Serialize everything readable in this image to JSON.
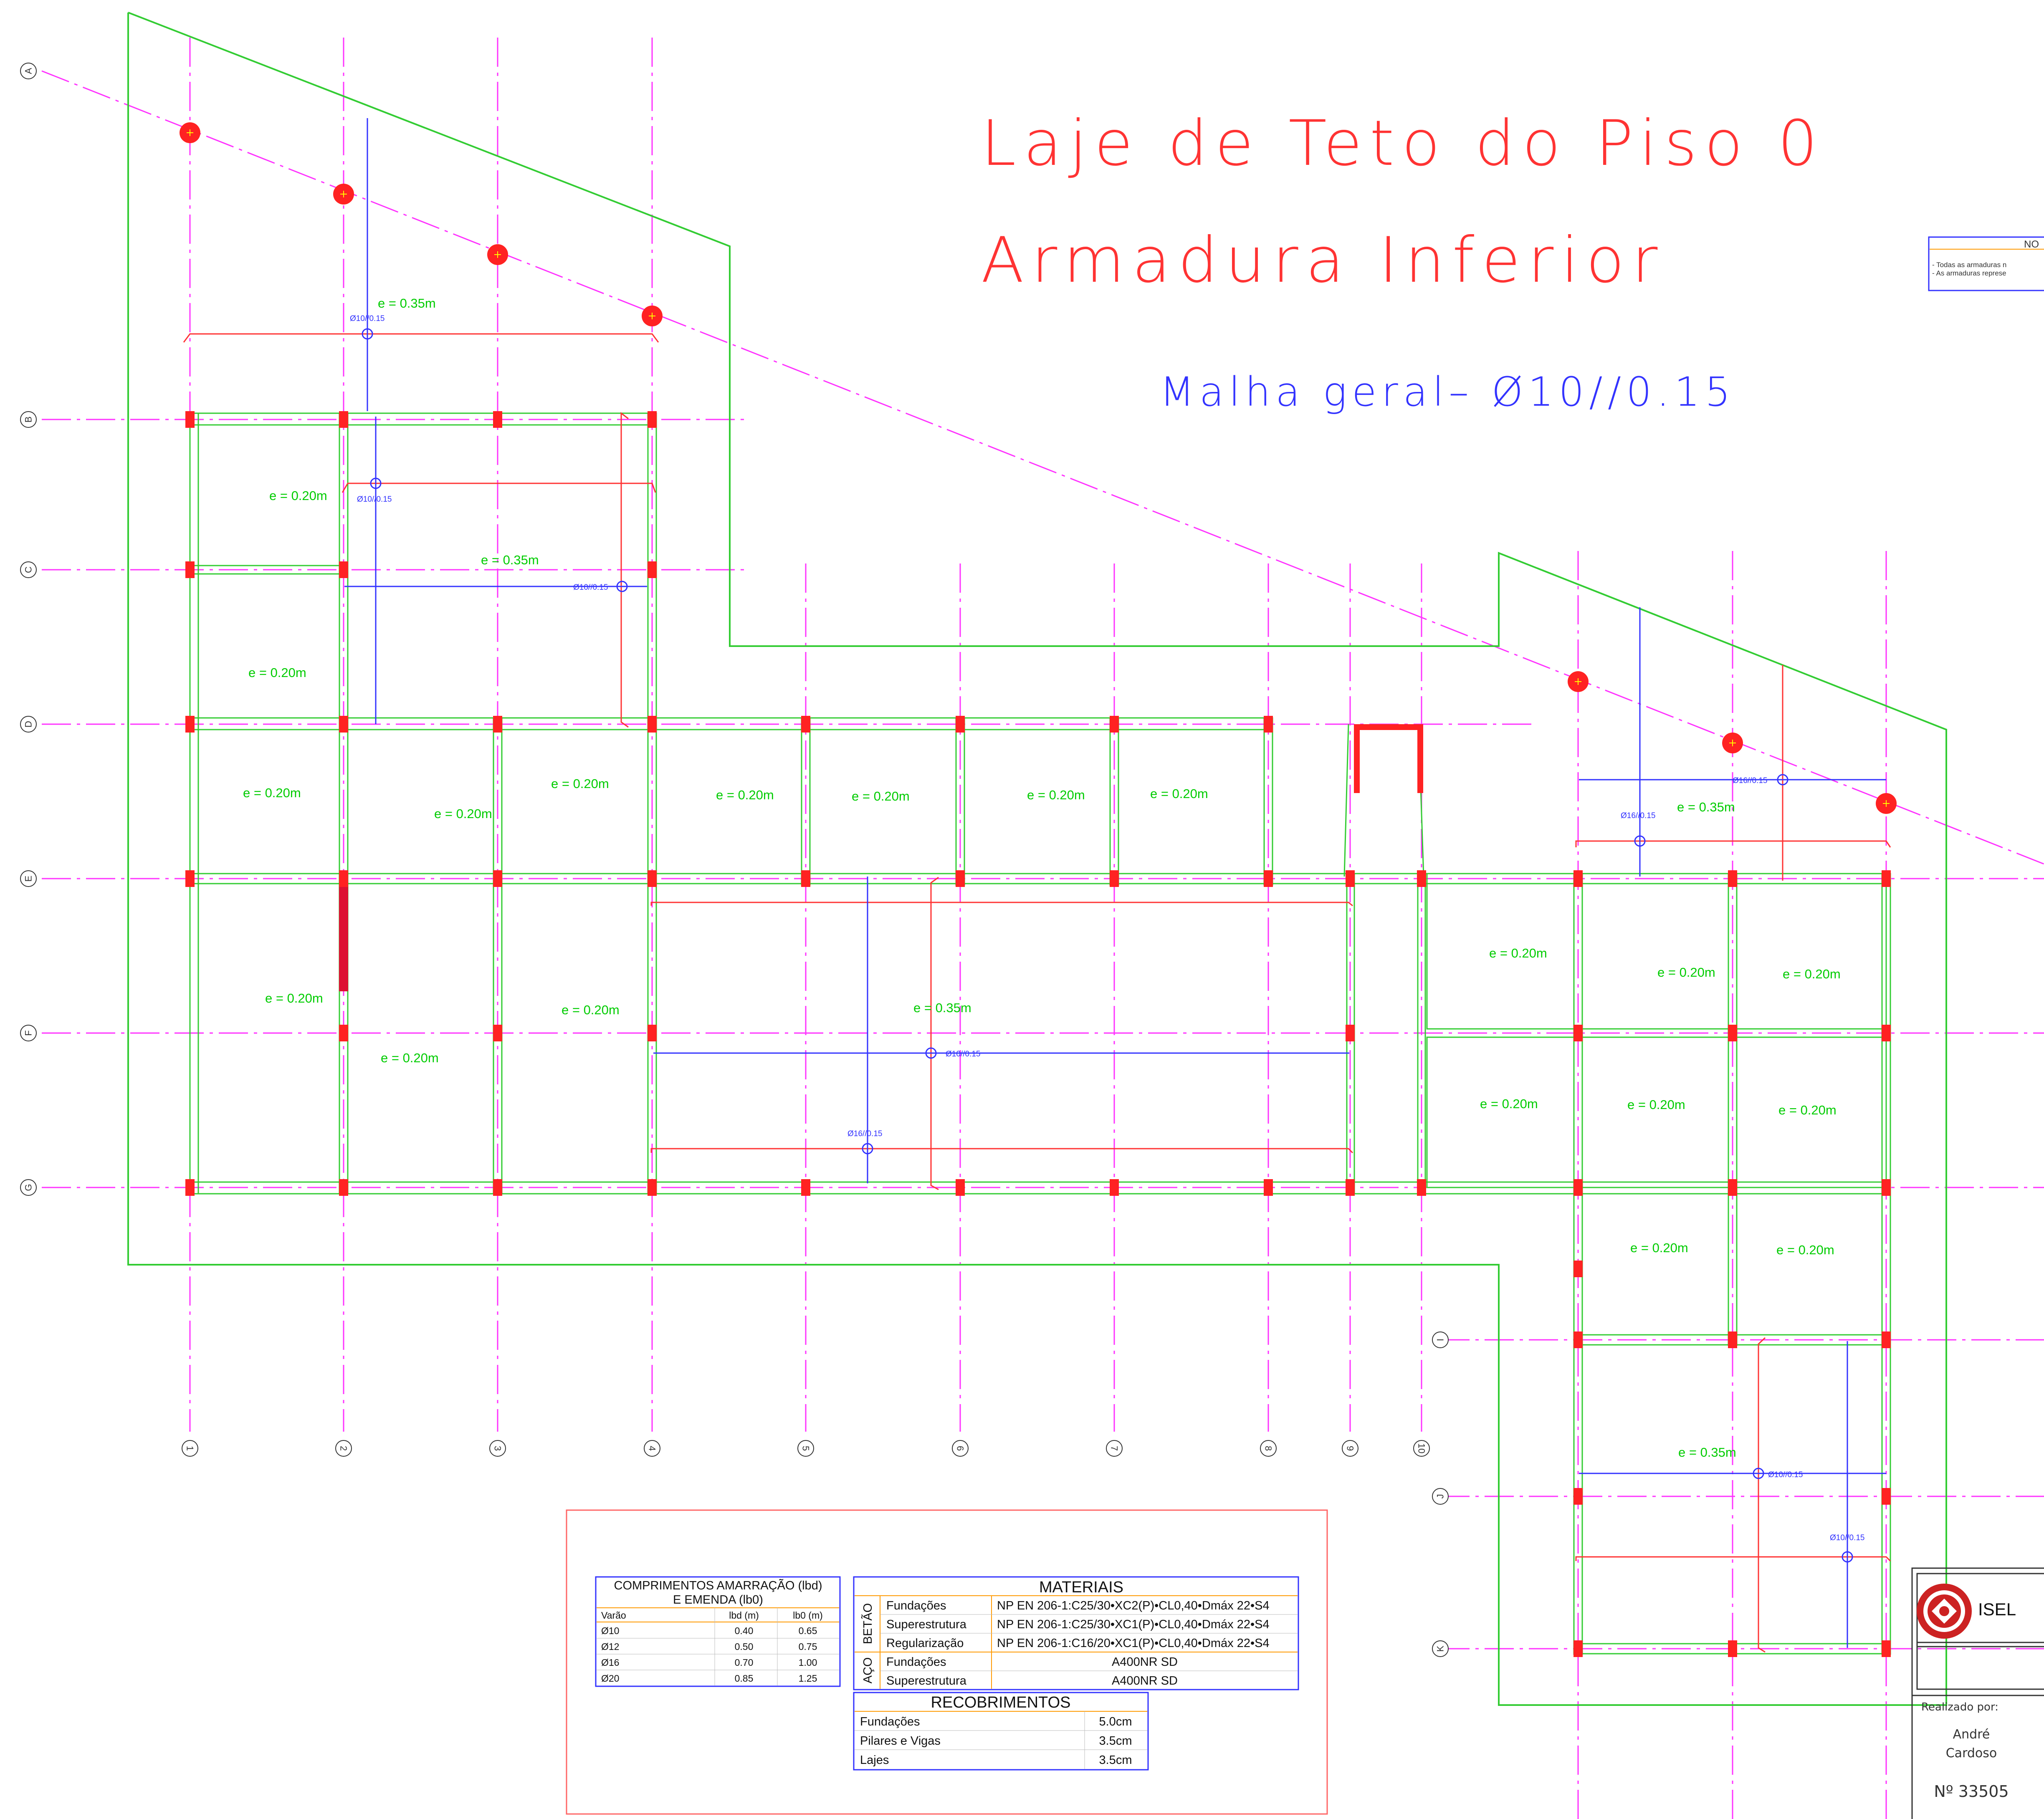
{
  "title": {
    "line1": "Laje de Teto do Piso 0",
    "line2": "Armadura Inferior",
    "mesh": "Malha geral– Ø10//0.15"
  },
  "colors": {
    "grid": "#ff33ff",
    "outline": "#33cc33",
    "rebar_red": "#ff3333",
    "rebar_blue": "#3333ff",
    "column": "#ff2222"
  },
  "grid_rows": [
    "A",
    "B",
    "C",
    "D",
    "E",
    "F",
    "G",
    "I",
    "J",
    "K"
  ],
  "grid_columns": [
    "1",
    "2",
    "3",
    "4",
    "5",
    "6",
    "7",
    "8",
    "9",
    "10"
  ],
  "thickness_labels": [
    "e = 0.35m",
    "e = 0.20m",
    "e = 0.35m",
    "e = 0.20m",
    "e = 0.20m",
    "e = 0.20m",
    "e = 0.20m",
    "e = 0.20m",
    "e = 0.20m",
    "e = 0.20m",
    "e = 0.20m",
    "e = 0.20m",
    "e = 0.20m",
    "e = 0.20m",
    "e = 0.35m",
    "e = 0.35m",
    "e = 0.20m",
    "e = 0.20m",
    "e = 0.20m",
    "e = 0.20m",
    "e = 0.20m",
    "e = 0.20m",
    "e = 0.20m",
    "e = 0.20m",
    "e = 0.35m"
  ],
  "rebar_labels": [
    "Ø10//0.15",
    "Ø10//0.15",
    "Ø10//0.15",
    "Ø10//0.15",
    "Ø16//0.15",
    "Ø16//0.15",
    "Ø16//0.15",
    "Ø10//0.15",
    "Ø10//0.15"
  ],
  "notes": {
    "header": "NO",
    "line1": "- Todas as armaduras n",
    "line2": "- As armaduras represe"
  },
  "anchorage_table": {
    "title1": "COMPRIMENTOS AMARRAÇÃO (lbd)",
    "title2": "E EMENDA (lb0)",
    "headers": [
      "Varão",
      "lbd (m)",
      "lb0 (m)"
    ],
    "rows": [
      [
        "Ø10",
        "0.40",
        "0.65"
      ],
      [
        "Ø12",
        "0.50",
        "0.75"
      ],
      [
        "Ø16",
        "0.70",
        "1.00"
      ],
      [
        "Ø20",
        "0.85",
        "1.25"
      ]
    ]
  },
  "materials_table": {
    "title": "MATERIAIS",
    "concrete_label": "BETÃO",
    "steel_label": "AÇO",
    "rows": [
      [
        "Fundações",
        "NP EN 206-1:C25/30•XC2(P)•CL0,40•Dmáx 22•S4"
      ],
      [
        "Superestrutura",
        "NP EN 206-1:C25/30•XC1(P)•CL0,40•Dmáx 22•S4"
      ],
      [
        "Regularização",
        "NP EN 206-1:C16/20•XC1(P)•CL0,40•Dmáx 22•S4"
      ],
      [
        "Fundações",
        "A400NR SD"
      ],
      [
        "Superestrutura",
        "A400NR SD"
      ]
    ]
  },
  "cover_table": {
    "title": "RECOBRIMENTOS",
    "rows": [
      [
        "Fundações",
        "5.0cm"
      ],
      [
        "Pilares e Vigas",
        "3.5cm"
      ],
      [
        "Lajes",
        "3.5cm"
      ]
    ]
  },
  "title_block": {
    "institution": "ISEL",
    "made_by_label": "Realizado por:",
    "author_first": "André",
    "author_last": "Cardoso",
    "student_number": "Nº 33505"
  }
}
